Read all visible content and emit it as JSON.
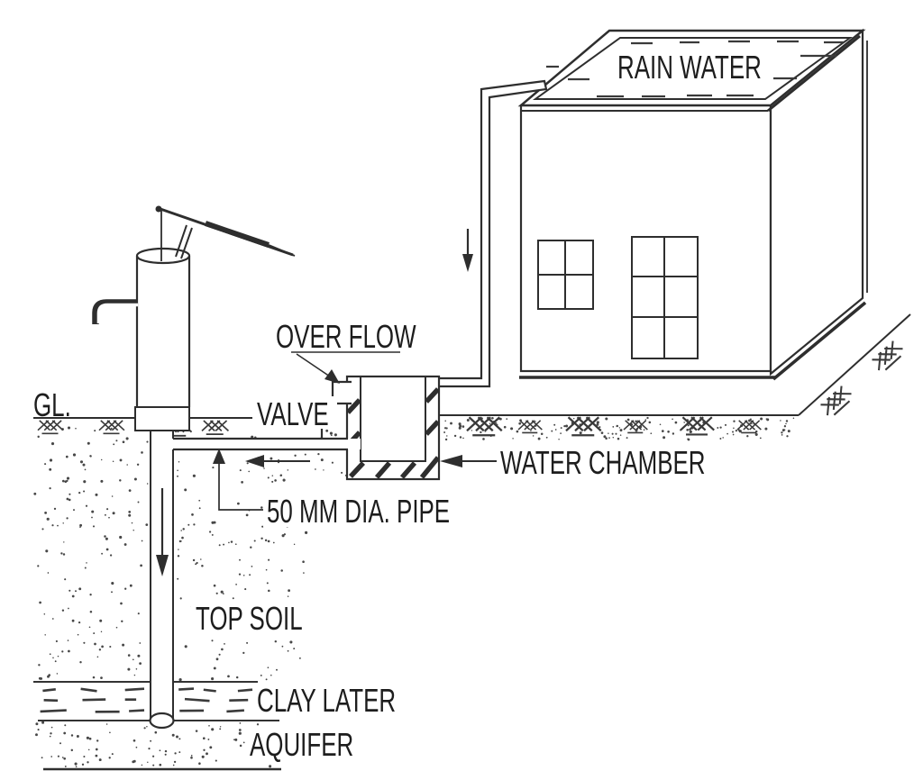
{
  "diagram_type": "rainwater-harvesting-recharge-section",
  "colors": {
    "ink": "#2e2e2e",
    "paper": "#ffffff",
    "stipple": "#474747",
    "label_text": "#1d1d1d"
  },
  "labels": {
    "ground_level": "GL.",
    "rain_water": "RAIN WATER",
    "over_flow": "OVER FLOW",
    "valve": "VALVE",
    "pipe_size": "50 MM DIA. PIPE",
    "water_chamber": "WATER CHAMBER",
    "top_soil": "TOP SOIL",
    "clay_layer": "CLAY LATER",
    "aquifer": "AQUIFER"
  },
  "arrows": {
    "roof_downpipe_flow": "down",
    "bore_pipe_flow": "down",
    "supply_pipe_flow": "left",
    "water_chamber_pointer": "left",
    "over_flow_pointer": "down-right",
    "pipe_size_pointer": "up",
    "pump_handle_tip": "down-right"
  }
}
